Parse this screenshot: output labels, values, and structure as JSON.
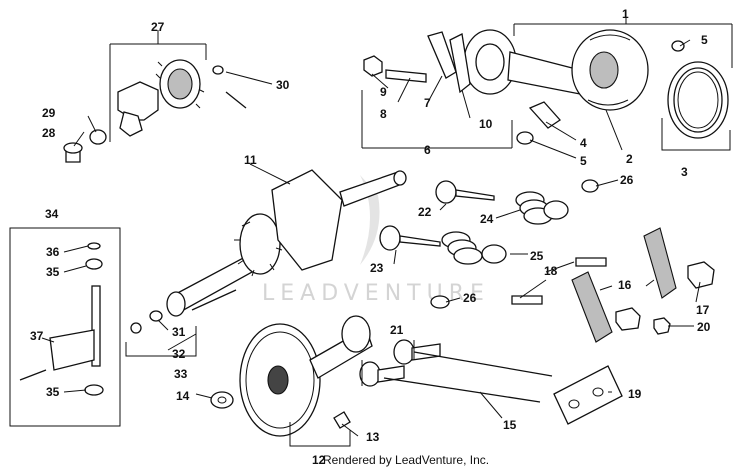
{
  "diagram": {
    "watermark": "LEADVENTURE",
    "credit": "Rendered by LeadVenture, Inc.",
    "callouts": [
      "1",
      "2",
      "3",
      "4",
      "5",
      "5",
      "6",
      "7",
      "8",
      "9",
      "10",
      "11",
      "12",
      "13",
      "14",
      "15",
      "16",
      "17",
      "18",
      "19",
      "20",
      "21",
      "22",
      "23",
      "24",
      "25",
      "26",
      "26",
      "27",
      "28",
      "29",
      "30",
      "31",
      "32",
      "33",
      "34",
      "35",
      "35",
      "36",
      "37"
    ]
  }
}
